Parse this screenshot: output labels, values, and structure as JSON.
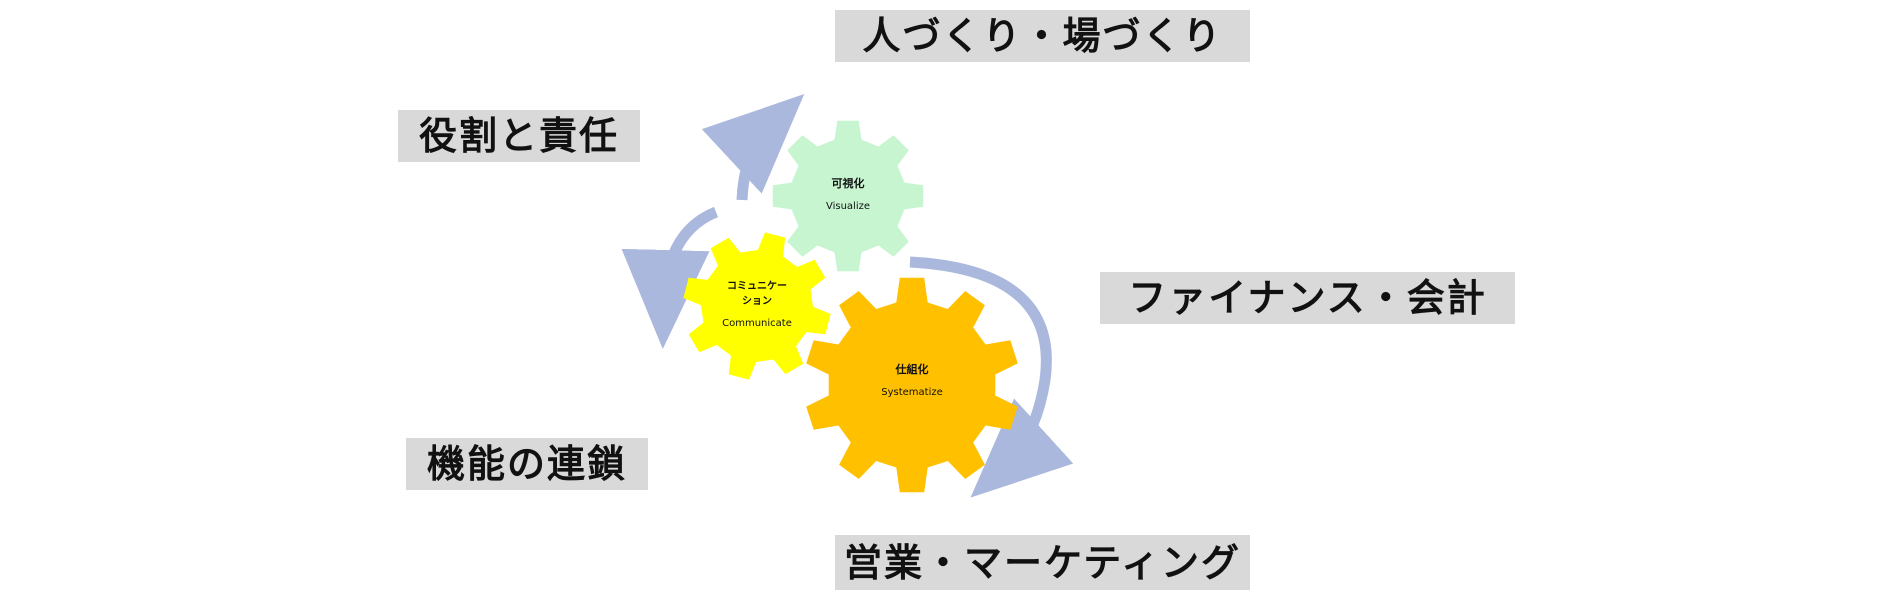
{
  "labels": {
    "top": "人づくり・場づくり",
    "left_upper": "役割と責任",
    "right": "ファイナンス・会計",
    "left_lower": "機能の連鎖",
    "bottom": "営業・マーケティング"
  },
  "gears": [
    {
      "id": "visualize",
      "title": "可視化",
      "subtitle": "Visualize",
      "color": "#c6f5d0"
    },
    {
      "id": "communicate",
      "title_line1": "コミュニケー",
      "title_line2": "ション",
      "subtitle": "Communicate",
      "color": "#ffff00"
    },
    {
      "id": "systematize",
      "title": "仕組化",
      "subtitle": "Systematize",
      "color": "#ffc000"
    }
  ],
  "arrow_color": "#aab8dd"
}
